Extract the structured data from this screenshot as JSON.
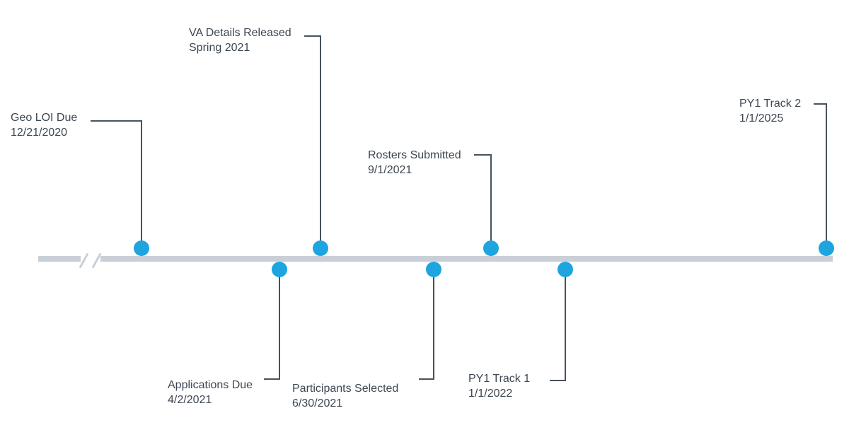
{
  "timeline": {
    "colors": {
      "background": "#ffffff",
      "line": "#c8cfd6",
      "dot": "#1ea5df",
      "connector": "#47525d",
      "text": "#3d4752"
    },
    "break_marker": "axis-break-double-slash",
    "events": [
      {
        "title": "Geo LOI Due",
        "date": "12/21/2020",
        "side": "above"
      },
      {
        "title": "VA Details Released",
        "date": "Spring 2021",
        "side": "above"
      },
      {
        "title": "Applications Due",
        "date": "4/2/2021",
        "side": "below"
      },
      {
        "title": "Participants Selected",
        "date": "6/30/2021",
        "side": "below"
      },
      {
        "title": "Rosters Submitted",
        "date": "9/1/2021",
        "side": "above"
      },
      {
        "title": "PY1 Track 1",
        "date": "1/1/2022",
        "side": "below"
      },
      {
        "title": "PY1 Track 2",
        "date": "1/1/2025",
        "side": "above"
      }
    ]
  }
}
